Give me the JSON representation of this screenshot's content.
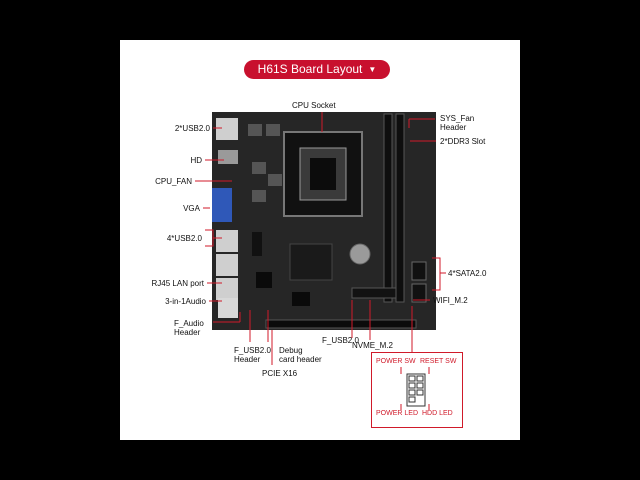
{
  "title": "H61S  Board Layout",
  "left_labels": {
    "usb_top": "2*USB2.0",
    "hd": "HD",
    "cpu_fan": "CPU_FAN",
    "vga": "VGA",
    "usb_mid": "4*USB2.0",
    "rj45": "RJ45 LAN port",
    "audio": "3-in-1Audio",
    "f_audio_1": "F_Audio",
    "f_audio_2": "Header"
  },
  "top_labels": {
    "cpu_socket": "CPU Socket",
    "sys_fan_1": "SYS_Fan",
    "sys_fan_2": "Header",
    "ddr3": "2*DDR3 Slot"
  },
  "right_labels": {
    "sata": "4*SATA2.0",
    "wifi": "WIFI_M.2"
  },
  "bottom_labels": {
    "f_usb_header_1": "F_USB2.0",
    "f_usb_header_2": "Header",
    "debug_1": "Debug",
    "debug_2": "card header",
    "f_usb": "F_USB2.0",
    "nvme": "NVME_M.2",
    "pcie": "PCIE X16"
  },
  "front_panel": {
    "power_sw": "POWER SW",
    "reset_sw": "RESET SW",
    "power_led": "POWER LED",
    "hdd_led": "HDD  LED"
  },
  "colors": {
    "accent": "#c8102e",
    "board": "#2b2b2b"
  }
}
